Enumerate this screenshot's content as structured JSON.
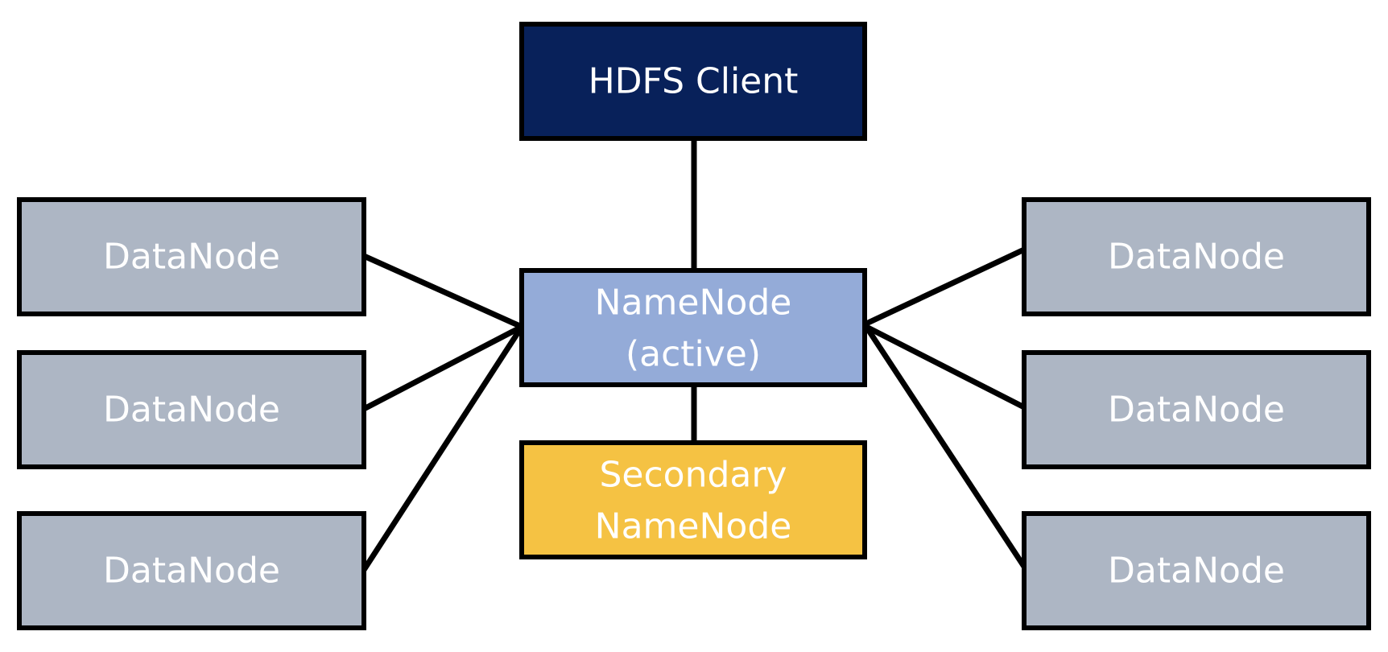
{
  "colors": {
    "client": "#08215a",
    "namenode": "#94abd8",
    "secondary": "#f5c243",
    "datanode": "#adb6c4",
    "border": "#000000",
    "text": "#ffffff"
  },
  "nodes": {
    "client": {
      "label": "HDFS Client"
    },
    "namenode": {
      "line1": "NameNode",
      "line2": "(active)"
    },
    "secondary": {
      "line1": "Secondary",
      "line2": "NameNode"
    },
    "datanodes": [
      {
        "label": "DataNode"
      },
      {
        "label": "DataNode"
      },
      {
        "label": "DataNode"
      },
      {
        "label": "DataNode"
      },
      {
        "label": "DataNode"
      },
      {
        "label": "DataNode"
      }
    ]
  }
}
